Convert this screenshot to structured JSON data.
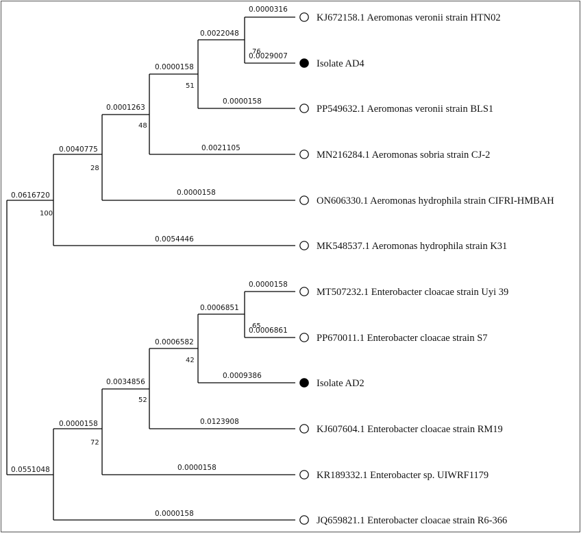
{
  "tree": {
    "leaves": [
      {
        "id": "L1",
        "label": "KJ672158.1 Aeromonas veronii strain HTN02",
        "marker": "open"
      },
      {
        "id": "L2",
        "label": "Isolate AD4",
        "marker": "filled"
      },
      {
        "id": "L3",
        "label": "PP549632.1 Aeromonas veronii strain BLS1",
        "marker": "open"
      },
      {
        "id": "L4",
        "label": "MN216284.1 Aeromonas sobria strain CJ-2",
        "marker": "open"
      },
      {
        "id": "L5",
        "label": "ON606330.1 Aeromonas hydrophila strain CIFRI-HMBAH",
        "marker": "open"
      },
      {
        "id": "L6",
        "label": "MK548537.1 Aeromonas hydrophila strain K31",
        "marker": "open"
      },
      {
        "id": "L7",
        "label": "MT507232.1 Enterobacter cloacae strain Uyi 39",
        "marker": "open"
      },
      {
        "id": "L8",
        "label": "PP670011.1 Enterobacter cloacae strain S7",
        "marker": "open"
      },
      {
        "id": "L9",
        "label": "Isolate AD2",
        "marker": "filled"
      },
      {
        "id": "L10",
        "label": "KJ607604.1 Enterobacter cloacae strain RM19",
        "marker": "open"
      },
      {
        "id": "L11",
        "label": "KR189332.1 Enterobacter sp. UIWRF1179",
        "marker": "open"
      },
      {
        "id": "L12",
        "label": "JQ659821.1 Enterobacter cloacae strain R6-366",
        "marker": "open"
      }
    ],
    "branch_lengths": {
      "L1": "0.0000316",
      "L2": "0.0029007",
      "L3": "0.0000158",
      "L4": "0.0021105",
      "L5": "0.0000158",
      "L6": "0.0054446",
      "L7": "0.0000158",
      "L8": "0.0006861",
      "L9": "0.0009386",
      "L10": "0.0123908",
      "L11": "0.0000158",
      "L12": "0.0000158",
      "A1": "0.0022048",
      "A2": "0.0000158",
      "A3": "0.0001263",
      "A4": "0.0040775",
      "A5": "0.0616720",
      "E1": "0.0006851",
      "E2": "0.0006582",
      "E3": "0.0034856",
      "E4": "0.0000158",
      "E5": "0.0551048"
    },
    "bootstrap": {
      "A1": "76",
      "A2": "51",
      "A3": "48",
      "A4": "28",
      "A5": "100",
      "E1": "65",
      "E2": "42",
      "E3": "52",
      "E4": "72"
    }
  }
}
